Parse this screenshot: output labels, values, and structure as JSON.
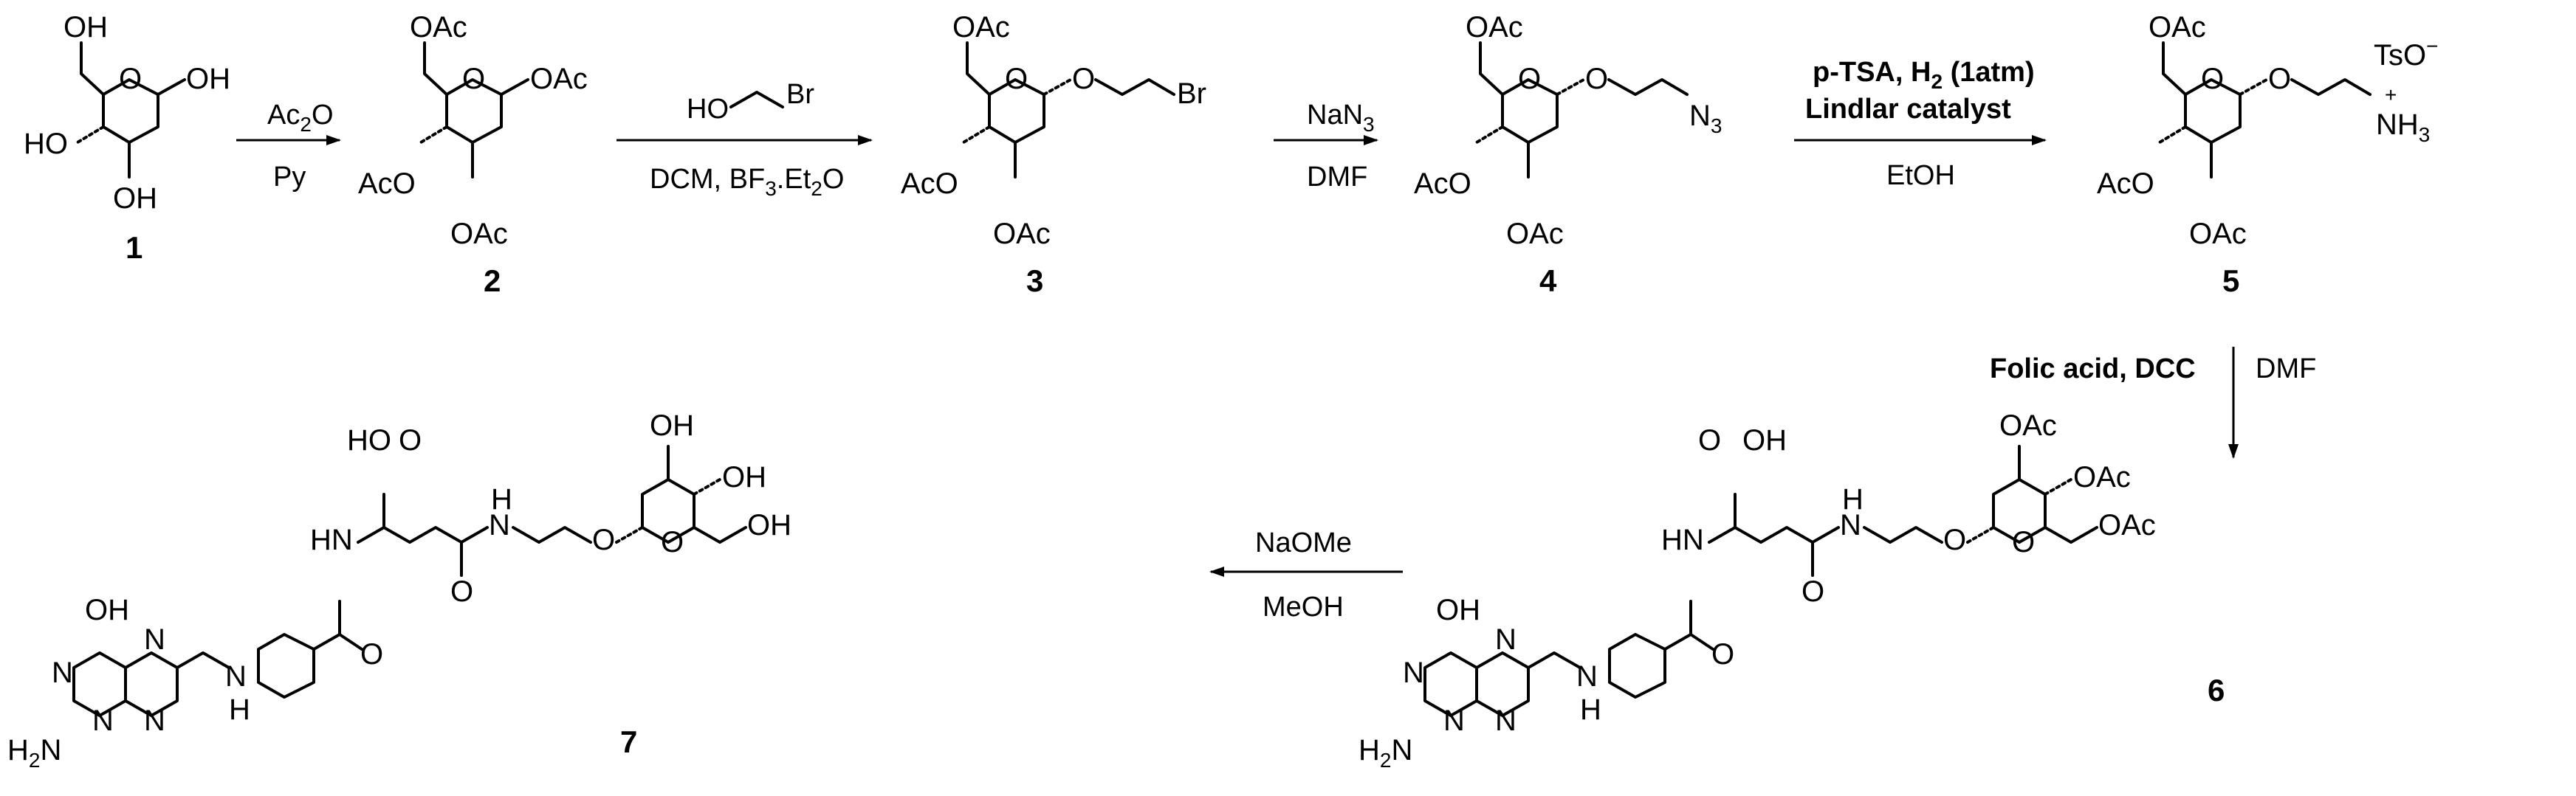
{
  "compounds": [
    {
      "id": "1"
    },
    {
      "id": "2"
    },
    {
      "id": "3"
    },
    {
      "id": "4"
    },
    {
      "id": "5"
    },
    {
      "id": "6"
    },
    {
      "id": "7"
    }
  ],
  "groups": {
    "oh": "OH",
    "oac": "OAc",
    "aco": "AcO",
    "ho": "HO",
    "o": "O",
    "br": "Br",
    "n3": "N",
    "n3_sub": "3",
    "tso": "TsO",
    "tso_sup": "−",
    "nh3": "NH",
    "nh3_sub": "3",
    "plus": "+",
    "hn": "HN",
    "h": "H",
    "n": "N",
    "h2n": "H",
    "h2n_sub": "2",
    "h2n_n": "N",
    "cooh_ho": "HO",
    "cooh_oh": "OH"
  },
  "reagents": {
    "r1_top": "Ac",
    "r1_top_sub": "2",
    "r1_top_tail": "O",
    "r1_bottom": "Py",
    "r2_top_ho": "HO",
    "r2_top_br": "Br",
    "r2_bottom_a": "DCM, BF",
    "r2_bottom_sub": "3",
    "r2_bottom_b": ".Et",
    "r2_bottom_sub2": "2",
    "r2_bottom_c": "O",
    "r3_top": "NaN",
    "r3_top_sub": "3",
    "r3_bottom": "DMF",
    "r4_top_a": "p-TSA, H",
    "r4_top_sub": "2",
    "r4_top_b": " (1atm)",
    "r4_mid": "Lindlar catalyst",
    "r4_bottom": "EtOH",
    "r5_left": "Folic acid, DCC",
    "r5_right": "DMF",
    "r6_top": "NaOMe",
    "r6_bottom": "MeOH"
  }
}
